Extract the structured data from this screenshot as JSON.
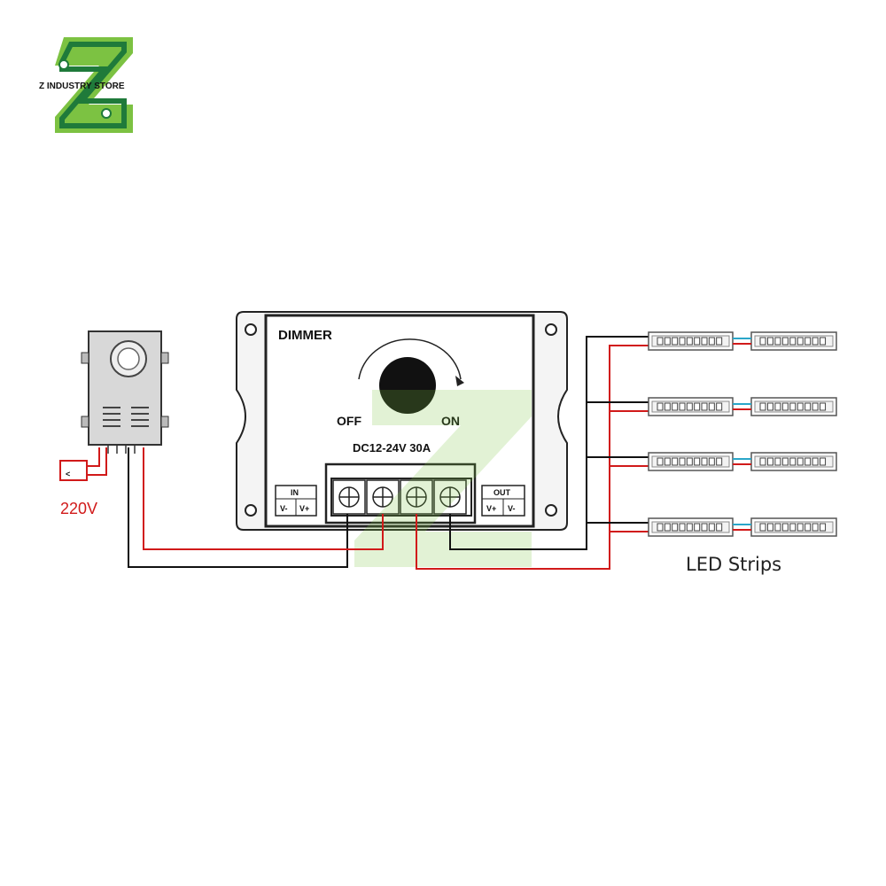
{
  "brand": {
    "name": "Z INDUSTRY STORE"
  },
  "power_supply": {
    "input_voltage_label": "220V"
  },
  "dimmer": {
    "title": "DIMMER",
    "off_label": "OFF",
    "on_label": "ON",
    "rating": "DC12-24V 30A",
    "in_block": {
      "title": "IN",
      "minus": "V-",
      "plus": "V+"
    },
    "out_block": {
      "title": "OUT",
      "plus": "V+",
      "minus": "V-"
    }
  },
  "led_strips": {
    "label": "LED Strips"
  },
  "colors": {
    "wire_red": "#d11a1a",
    "wire_black": "#111111",
    "logo_green": "#7cc242",
    "logo_dark_green": "#1f7a3a"
  }
}
